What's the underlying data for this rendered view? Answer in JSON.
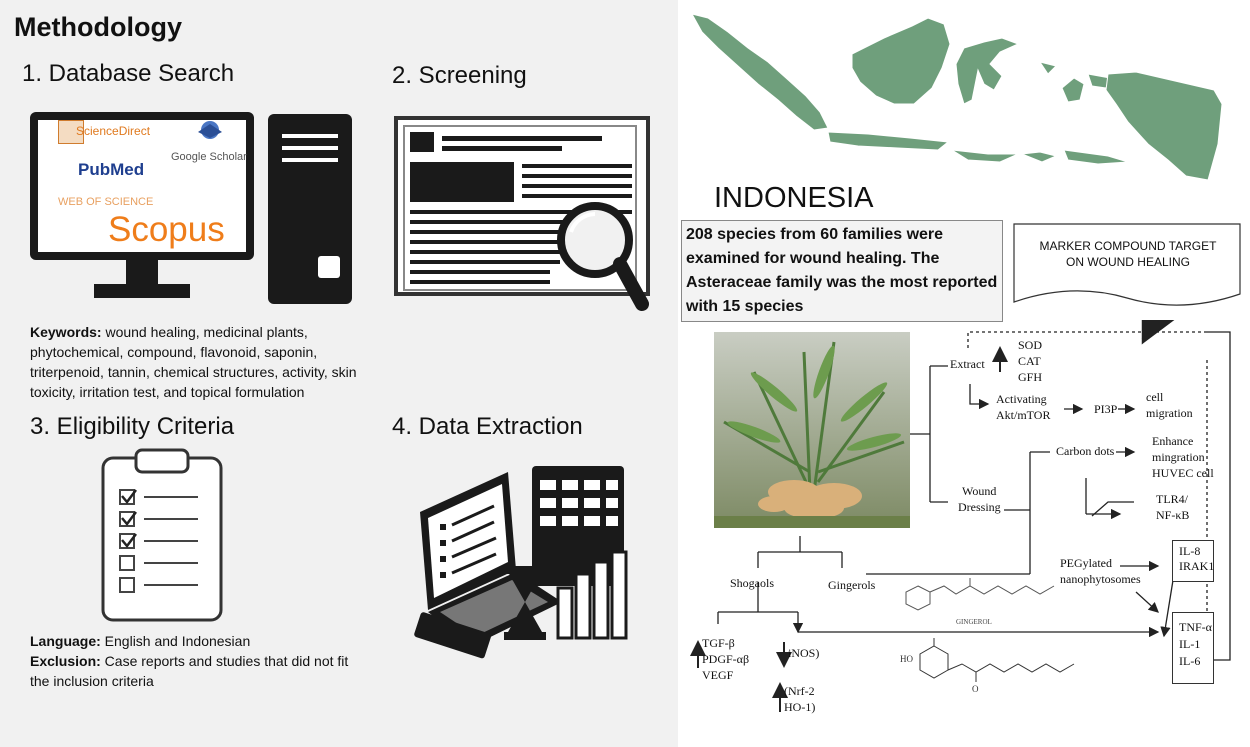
{
  "methodology": {
    "title": "Methodology",
    "steps": {
      "s1": "1.  Database Search",
      "s2": "2. Screening",
      "s3": "3. Eligibility Criteria",
      "s4": "4. Data Extraction"
    },
    "databases": {
      "sciencedirect": "ScienceDirect",
      "pubmed": "PubMed",
      "scholar": "Google Scholar",
      "wos": "WEB OF SCIENCE",
      "scopus": "Scopus"
    },
    "keywords_label": "Keywords:",
    "keywords_text": " wound healing, medicinal plants, phytochemical, compound, flavonoid, saponin, triterpenoid, tannin, chemical structures, activity, skin toxicity, irritation test, and topical formulation",
    "language_label": "Language:",
    "language_text": " English and Indonesian",
    "exclusion_label": "Exclusion:",
    "exclusion_text": " Case reports and studies that did not fit the inclusion criteria"
  },
  "right": {
    "country": "INDONESIA",
    "summary": "208 species from 60 families were examined for wound healing. The Asteraceae family was the most reported with 15 species",
    "marker": "MARKER COMPOUND TARGET ON WOUND HEALING",
    "map_color": "#6f9f7c"
  },
  "pathway": {
    "extract": "Extract",
    "sod": "SOD",
    "cat": "CAT",
    "gfh": "GFH",
    "activating1": "Activating",
    "activating2": "Akt/mTOR",
    "pi3p": "PI3P",
    "cell1": "cell",
    "cell2": "migration",
    "carbon_dots": "Carbon dots",
    "enhance1": "Enhance",
    "enhance2": "mingration",
    "enhance3": "HUVEC cell",
    "wound1": "Wound",
    "wound2": "Dressing",
    "tlr1": "TLR4/",
    "tlr2": "NF-κB",
    "peg1": "PEGylated",
    "peg2": "nanophytosomes",
    "il8": "IL-8",
    "irak1": "IRAK1",
    "shogaols": "Shogaols",
    "gingerols": "Gingerols",
    "gingerol_label": "GINGEROL",
    "tgf": "TGF-β",
    "pdgf": "PDGF-αβ",
    "vegf": "VEGF",
    "inos": "iNOS)",
    "nrf": "(Nrf-2",
    "ho1": "HO-1)",
    "tnf": "TNF-α",
    "il1": "IL-1",
    "il6": "IL-6"
  }
}
